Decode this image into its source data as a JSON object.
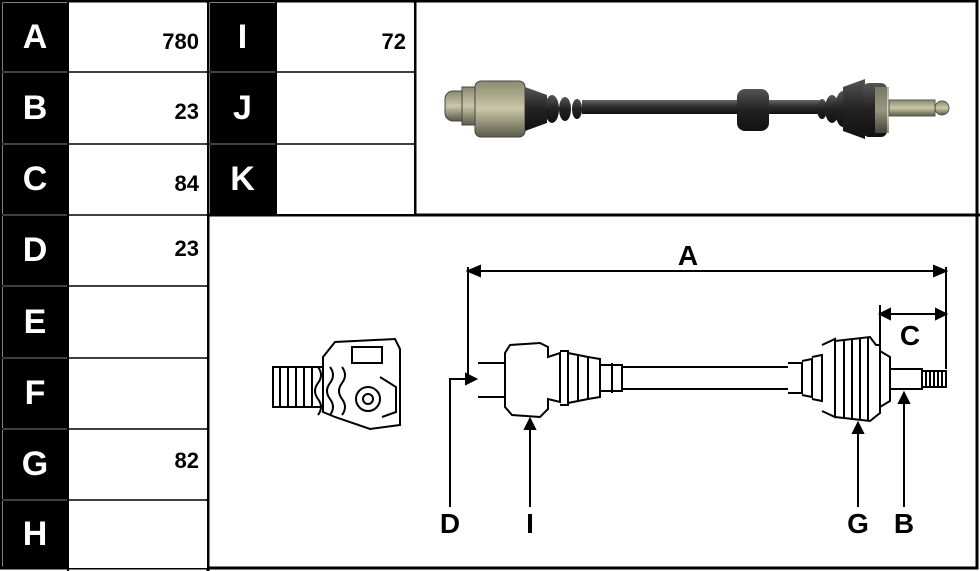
{
  "spec_table": {
    "left_rows": [
      {
        "label": "A",
        "value": "780"
      },
      {
        "label": "B",
        "value": "23"
      },
      {
        "label": "C",
        "value": "84"
      },
      {
        "label": "D",
        "value": "23"
      },
      {
        "label": "E",
        "value": ""
      },
      {
        "label": "F",
        "value": ""
      },
      {
        "label": "G",
        "value": "82"
      },
      {
        "label": "H",
        "value": ""
      }
    ],
    "right_rows": [
      {
        "label": "I",
        "value": "72"
      },
      {
        "label": "J",
        "value": ""
      },
      {
        "label": "K",
        "value": ""
      }
    ]
  },
  "diagram": {
    "dimension_labels": {
      "overall_length": "A",
      "outer_stub_length": "C",
      "inner_diameter": "D",
      "inner_boot": "I",
      "abs_ring": "G",
      "outer_diameter": "B"
    }
  }
}
